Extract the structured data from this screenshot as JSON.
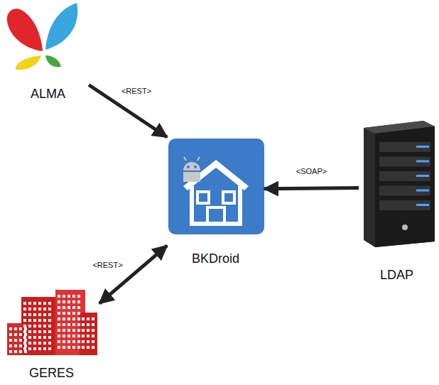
{
  "diagram": {
    "nodes": [
      {
        "text": [
          "ALMA"
        ]
      },
      {
        "text": [
          "BKDroid"
        ]
      },
      {
        "text": [
          "LDAP"
        ]
      },
      {
        "text": [
          "GERES"
        ]
      }
    ],
    "edges": [
      {
        "from": 0,
        "to": 1,
        "arrow": "to",
        "label": "<REST>"
      },
      {
        "from": 2,
        "to": 1,
        "arrow": "to",
        "label": "<SOAP>"
      },
      {
        "from": 1,
        "to": 3,
        "arrow": "both",
        "label": "<REST>"
      }
    ]
  }
}
